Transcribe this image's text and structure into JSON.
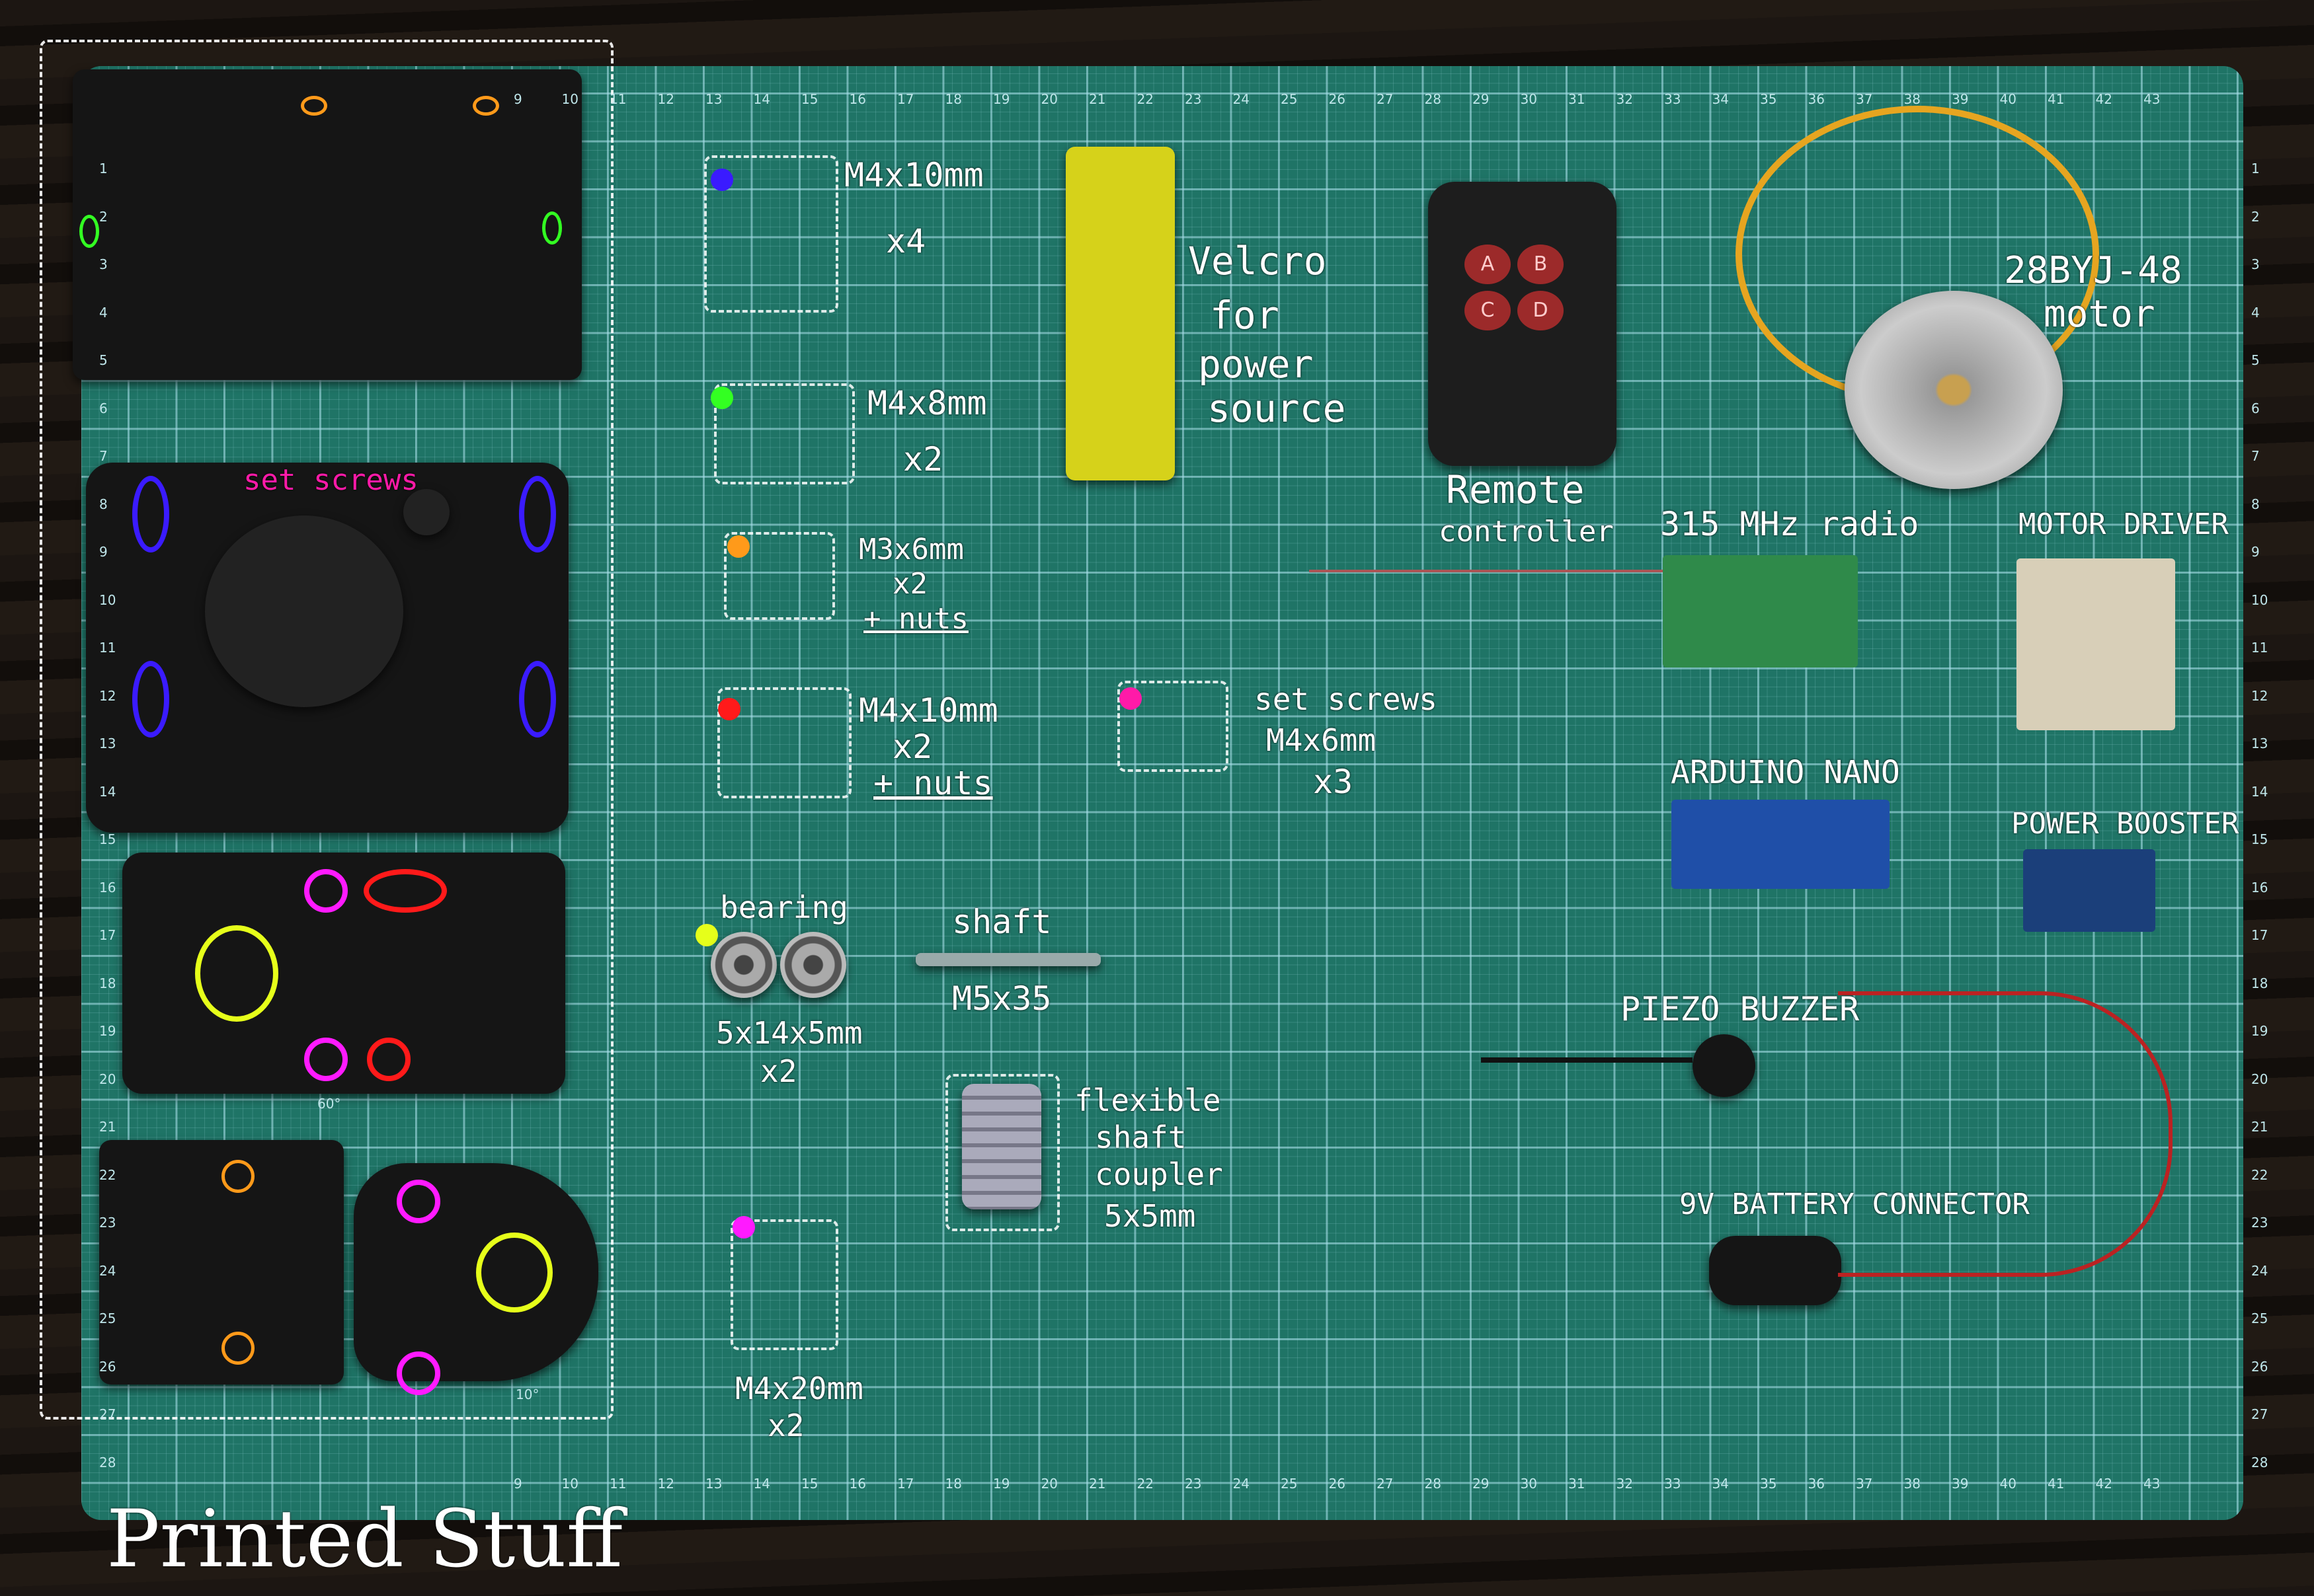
{
  "mat": {
    "top_ruler": [
      "9",
      "10",
      "11",
      "12",
      "13",
      "14",
      "15",
      "16",
      "17",
      "18",
      "19",
      "20",
      "21",
      "22",
      "23",
      "24",
      "25",
      "26",
      "27",
      "28",
      "29",
      "30",
      "31",
      "32",
      "33",
      "34",
      "35",
      "36",
      "37",
      "38",
      "39",
      "40",
      "41",
      "42",
      "43"
    ],
    "side_ruler": [
      "1",
      "2",
      "3",
      "4",
      "5",
      "6",
      "7",
      "8",
      "9",
      "10",
      "11",
      "12",
      "13",
      "14",
      "15",
      "16",
      "17",
      "18",
      "19",
      "20",
      "21",
      "22",
      "23",
      "24",
      "25",
      "26",
      "27",
      "28"
    ],
    "angle_labels": [
      "60°",
      "10°"
    ],
    "color": "#1f7466"
  },
  "printed": {
    "title": "Printed Stuff",
    "set_screws": "set screws"
  },
  "screws": {
    "g1": {
      "size": "M4x10mm",
      "qty": "x4",
      "color": "#3a1bff"
    },
    "g2": {
      "size": "M4x8mm",
      "qty": "x2",
      "color": "#33ff22"
    },
    "g3": {
      "size": "M3x6mm",
      "qty": "x2",
      "extra": "+ nuts",
      "color": "#ff9a1a"
    },
    "g4": {
      "size": "M4x10mm",
      "qty": "x2",
      "extra": "+ nuts",
      "color": "#ff1a1a"
    },
    "g5": {
      "title": "set screws",
      "size": "M4x6mm",
      "qty": "x3",
      "color": "#ff1aa8"
    },
    "g6": {
      "size": "M4x20mm",
      "qty": "x2",
      "color": "#ff1aff"
    }
  },
  "velcro": [
    "Velcro",
    "for",
    "power",
    "source"
  ],
  "remote": [
    "Remote",
    "controller"
  ],
  "radio": "315 MHz radio",
  "motor": [
    "28BYJ-48",
    "motor"
  ],
  "driver": "MOTOR DRIVER",
  "arduino": "ARDUINO NANO",
  "booster": "POWER BOOSTER",
  "piezo": "PIEZO BUZZER",
  "battery": "9V BATTERY CONNECTOR",
  "bearing": {
    "title": "bearing",
    "size": "5x14x5mm",
    "qty": "x2",
    "color": "#e6ff1a"
  },
  "shaft": {
    "title": "shaft",
    "size": "M5x35"
  },
  "coupler": [
    "flexible",
    "shaft",
    "coupler",
    "5x5mm"
  ],
  "remote_buttons": [
    "A",
    "B",
    "C",
    "D"
  ]
}
